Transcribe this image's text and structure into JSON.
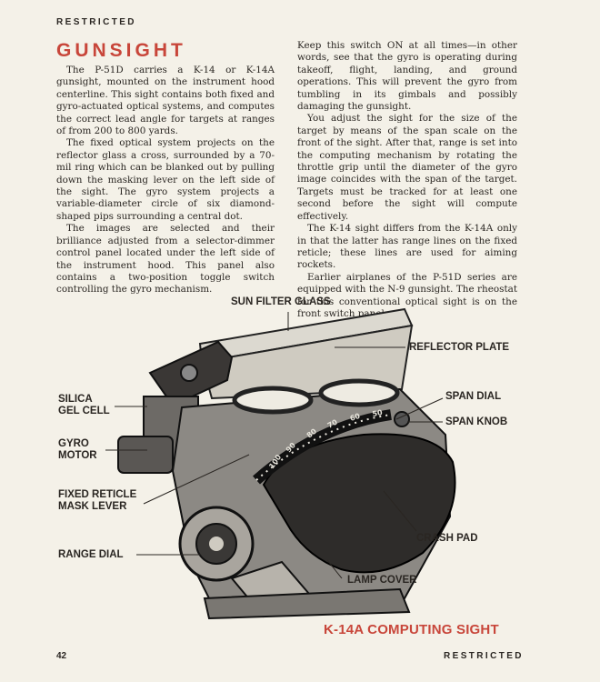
{
  "header": {
    "label": "RESTRICTED"
  },
  "section": {
    "title": "GUNSIGHT"
  },
  "left_column": {
    "paragraphs": [
      "The P-51D carries a K-14 or K-14A gunsight, mounted on the instrument hood centerline. This sight contains both fixed and gyro-actuated optical systems, and computes the correct lead angle for targets at ranges of from 200 to 800 yards.",
      "The fixed optical system projects on the reflector glass a cross, surrounded by a 70-mil ring which can be blanked out by pulling down the masking lever on the left side of the sight. The gyro system projects a variable-diameter circle of six diamond-shaped pips surrounding a central dot.",
      "The images are selected and their brilliance adjusted from a selector-dimmer control panel located under the left side of the instrument hood. This panel also contains a two-position toggle switch controlling the gyro mechanism."
    ]
  },
  "right_column": {
    "paragraphs": [
      "Keep this switch ON at all times—in other words, see that the gyro is operating during takeoff, flight, landing, and ground operations. This will prevent the gyro from tumbling in its gimbals and possibly damaging the gunsight.",
      "You adjust the sight for the size of the target by means of the span scale on the front of the sight. After that, range is set into the computing mechanism by rotating the throttle grip until the diameter of the gyro image coincides with the span of the target. Targets must be tracked for at least one second before the sight will compute effectively.",
      "The K-14 sight differs from the K-14A only in that the latter has range lines on the fixed reticle; these lines are used for aiming rockets.",
      "Earlier airplanes of the P-51D series are equipped with the N-9 gunsight. The rheostat for this conventional optical sight is on the front switch panel."
    ]
  },
  "figure": {
    "labels": {
      "sun_filter_glass": "SUN FILTER GLASS",
      "reflector_plate": "REFLECTOR PLATE",
      "silica_gel_cell": "SILICA\nGEL CELL",
      "span_dial": "SPAN DIAL",
      "span_knob": "SPAN KNOB",
      "gyro_motor": "GYRO\nMOTOR",
      "fixed_reticle_mask_lever": "FIXED RETICLE\nMASK LEVER",
      "crash_pad": "CRASH PAD",
      "range_dial": "RANGE DIAL",
      "lamp_cover": "LAMP COVER"
    },
    "dial_numbers": [
      "100",
      "90",
      "80",
      "70",
      "60",
      "50"
    ],
    "caption": "K-14A COMPUTING SIGHT"
  },
  "footer": {
    "page_number": "42",
    "label": "RESTRICTED"
  }
}
